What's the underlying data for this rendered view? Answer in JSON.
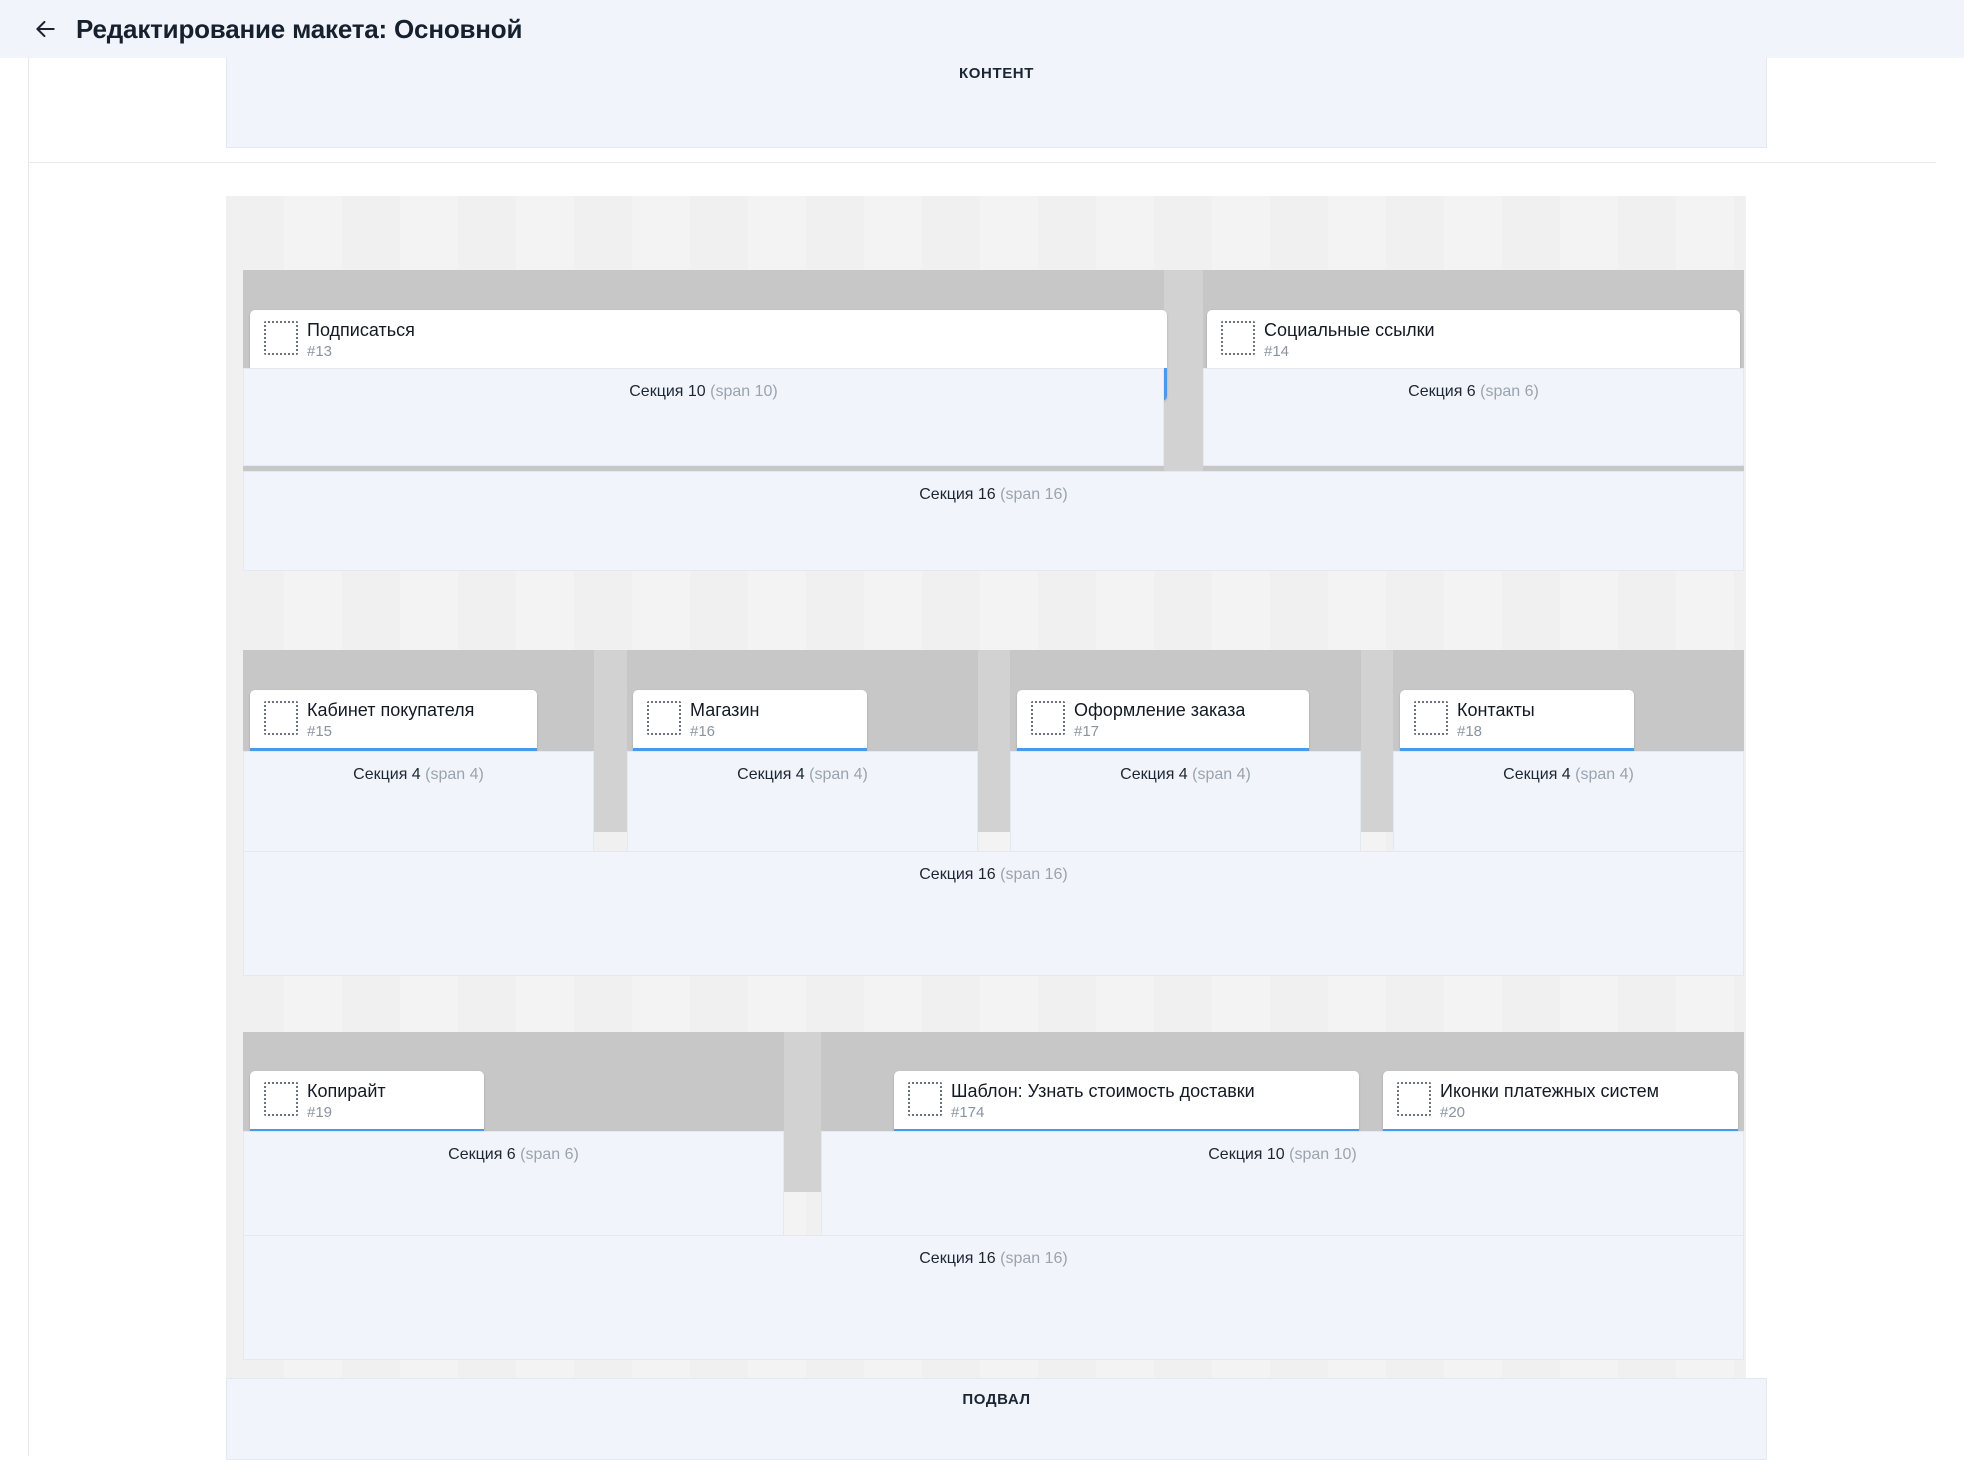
{
  "header": {
    "back_icon": "arrow-left-icon",
    "title": "Редактирование макета: Основной"
  },
  "regions": {
    "content_label": "КОНТЕНТ",
    "footer_label": "ПОДВАЛ"
  },
  "icons": {
    "gear": "gear-icon",
    "power": "power-icon",
    "trash": "trash-icon",
    "placeholder": "placeholder-box-icon"
  },
  "colors": {
    "toolbar_blue": "#4a9aea",
    "band_bg": "#f1f5fb",
    "row_outer": "#f3f3f3",
    "row_inner": "#d2d2d2",
    "col_block": "#c7c7c7",
    "title_text": "#16202e",
    "muted_text": "#9aa3ae"
  },
  "rows": [
    {
      "id": "row-1",
      "columns": [
        {
          "card": {
            "title": "Подписаться",
            "id": "#13"
          },
          "section": {
            "name": "Секция 10",
            "span": "(span 10)"
          }
        },
        {
          "card": {
            "title": "Социальные ссылки",
            "id": "#14"
          },
          "section": {
            "name": "Секция 6",
            "span": "(span 6)"
          }
        }
      ],
      "footer_section": {
        "name": "Секция 16",
        "span": "(span 16)"
      }
    },
    {
      "id": "row-2",
      "columns": [
        {
          "card": {
            "title": "Кабинет покупателя",
            "id": "#15"
          },
          "section": {
            "name": "Секция 4",
            "span": "(span 4)"
          }
        },
        {
          "card": {
            "title": "Магазин",
            "id": "#16"
          },
          "section": {
            "name": "Секция 4",
            "span": "(span 4)"
          }
        },
        {
          "card": {
            "title": "Оформление заказа",
            "id": "#17"
          },
          "section": {
            "name": "Секция 4",
            "span": "(span 4)"
          }
        },
        {
          "card": {
            "title": "Контакты",
            "id": "#18"
          },
          "section": {
            "name": "Секция 4",
            "span": "(span 4)"
          }
        }
      ],
      "footer_section": {
        "name": "Секция 16",
        "span": "(span 16)"
      }
    },
    {
      "id": "row-3",
      "columns": [
        {
          "card": {
            "title": "Копирайт",
            "id": "#19"
          },
          "section": {
            "name": "Секция 6",
            "span": "(span 6)"
          }
        },
        {
          "card": {
            "title": "Шаблон: Узнать стоимость доставки",
            "id": "#174"
          },
          "card2": {
            "title": "Иконки платежных систем",
            "id": "#20"
          },
          "section": {
            "name": "Секция 10",
            "span": "(span 10)"
          }
        }
      ],
      "footer_section": {
        "name": "Секция 16",
        "span": "(span 16)"
      }
    }
  ]
}
